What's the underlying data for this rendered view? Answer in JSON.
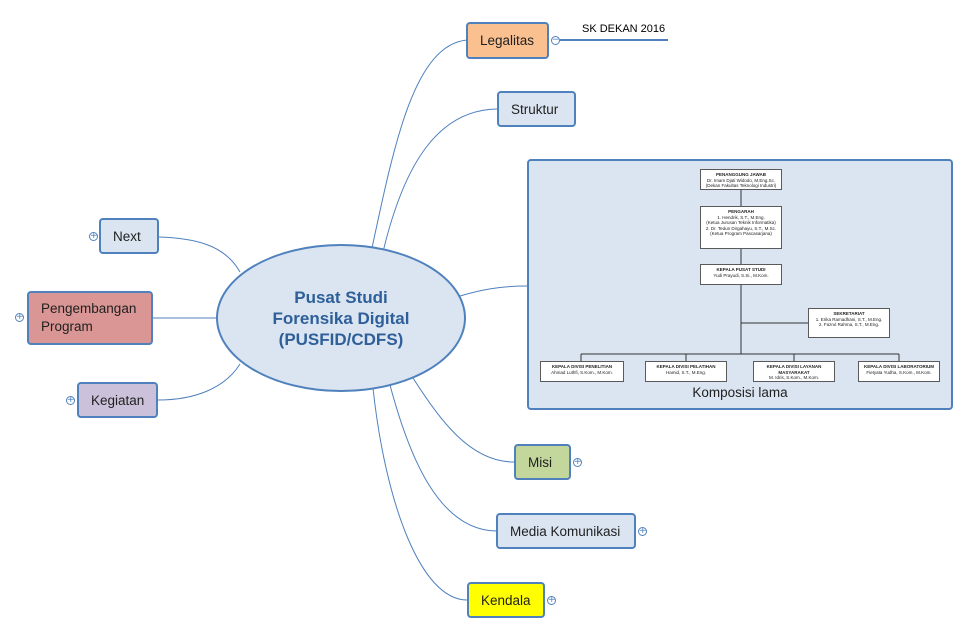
{
  "center": {
    "title": "Pusat Studi\nForensika Digital\n(PUSFID/CDFS)"
  },
  "nodes": {
    "legalitas": "Legalitas",
    "struktur": "Struktur",
    "next": "Next",
    "pengembangan": "Pengembangan\nProgram",
    "kegiatan": "Kegiatan",
    "misi": "Misi",
    "media": "Media Komunikasi",
    "kendala": "Kendala"
  },
  "legalitas_note": "SK DEKAN 2016",
  "org": {
    "caption": "Komposisi lama",
    "boxes": {
      "pj": {
        "head": "PENANGGUNG JAWAB",
        "sub": "Dr. Imam Djati Widodo, M.Eng.Sc.\n(Dekan Fakultas Teknologi Industri)"
      },
      "pengarah": {
        "head": "PENGARAH",
        "sub": "1. Hendrik, S.T., M.Eng.\n(Ketua Jurusan Teknik Informatika)\n2. Dr. Tedun Dirgahayu, S.T., M.Sc.\n(Ketua Program Pascasarjana)"
      },
      "kepala": {
        "head": "KEPALA PUSAT STUDI",
        "sub": "Yudi Prayudi, S.Si., M.Kom."
      },
      "sekretariat": {
        "head": "SEKRETARIAT",
        "sub": "1. Erika Ramadhani, S.T., M.Eng.\n2. Fazrul Rahma, S.T., M.Eng."
      },
      "divisi": [
        {
          "head": "KEPALA DIVISI PENELITIAN",
          "sub": "Ahmad Luthfi, S.Kom., M.Kom."
        },
        {
          "head": "KEPALA DIVISI PELATIHAN",
          "sub": "Hamid, S.T., M.Eng."
        },
        {
          "head": "KEPALA DIVISI LAYANAN MASYARAKAT",
          "sub": "M. Idris, S.Kom., M.Kom."
        },
        {
          "head": "KEPALA DIVISI LABORATORIUM",
          "sub": "Fietyata Yudha, S.Kom., M.Kom."
        }
      ]
    }
  },
  "colors": {
    "line": "#4f81bd",
    "default_fill": "#dbe5f1",
    "legalitas_fill": "#fac090",
    "pengembangan_fill": "#d99694",
    "kegiatan_fill": "#ccc1da",
    "misi_fill": "#c3d69b",
    "kendala_fill": "#ffff00"
  },
  "icons": {
    "expand": "plus-circle-icon",
    "collapse": "minus-circle-icon"
  }
}
